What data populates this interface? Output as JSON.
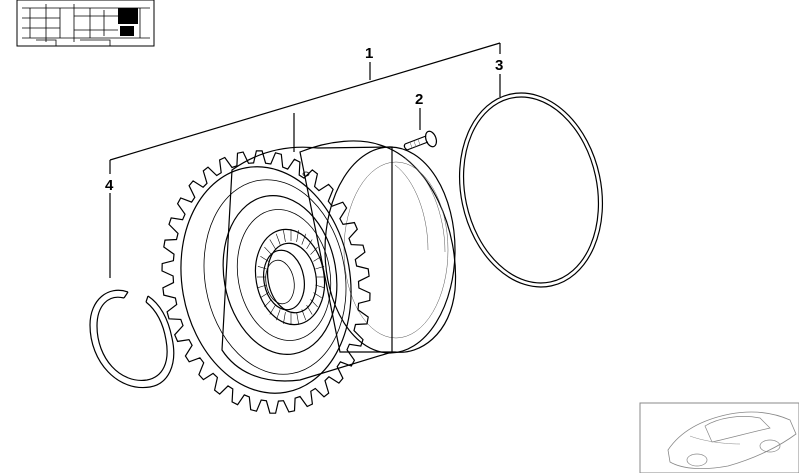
{
  "callouts": {
    "part1": "1",
    "part2": "2",
    "part3": "3",
    "part4": "4"
  },
  "colors": {
    "line": "#000000",
    "background": "#ffffff",
    "thumbnail_line": "#888888"
  },
  "icons": {
    "inset_top_left": "transmission-section-icon",
    "inset_bottom_right": "car-silhouette-icon"
  }
}
